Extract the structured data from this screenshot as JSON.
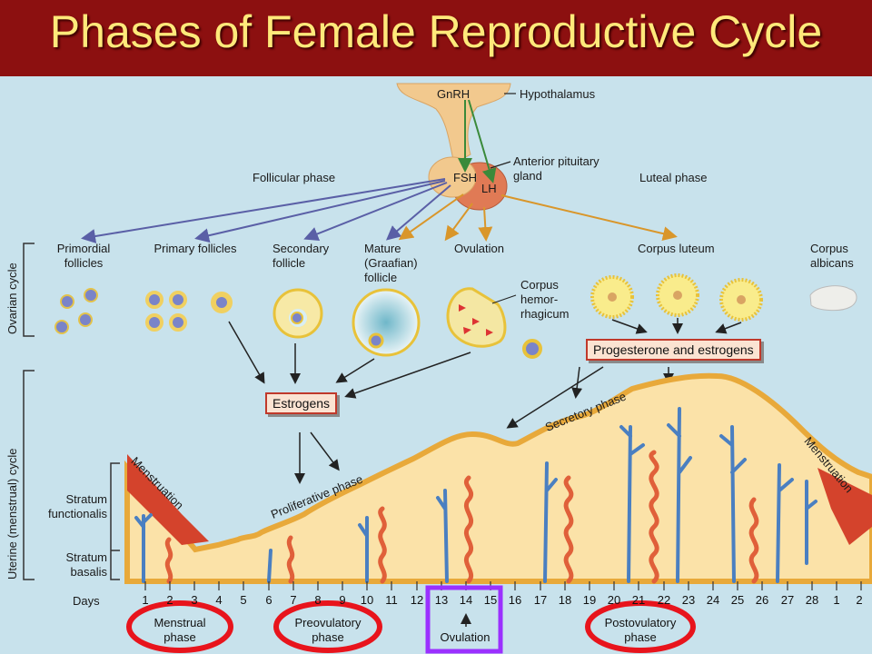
{
  "title": "Phases of Female Reproductive Cycle",
  "labels": {
    "gnrh": "GnRH",
    "hypothalamus": "Hypothalamus",
    "fsh": "FSH",
    "lh": "LH",
    "anterior_pituitary": "Anterior pituitary gland",
    "follicular_phase": "Follicular phase",
    "luteal_phase": "Luteal phase",
    "ovarian_cycle": "Ovarian cycle",
    "uterine_cycle": "Uterine (menstrual) cycle",
    "stratum_functionalis": "Stratum functionalis",
    "stratum_basalis": "Stratum basalis",
    "menstruation_left": "Menstruation",
    "menstruation_right": "Menstruation",
    "proliferative_phase": "Proliferative phase",
    "secretory_phase": "Secretory phase",
    "days": "Days"
  },
  "ovarian_stages": [
    {
      "label": "Primordial follicles"
    },
    {
      "label": "Primary follicles"
    },
    {
      "label": "Secondary follicle"
    },
    {
      "label": "Mature (Graafian) follicle"
    },
    {
      "label": "Ovulation"
    },
    {
      "label": "Corpus hemor- rhagicum"
    },
    {
      "label": "Corpus luteum"
    },
    {
      "label": "Corpus albicans"
    }
  ],
  "hormone_boxes": {
    "estrogens": "Estrogens",
    "progesterone": "Progesterone and estrogens"
  },
  "days": [
    "1",
    "2",
    "3",
    "4",
    "5",
    "6",
    "7",
    "8",
    "9",
    "10",
    "11",
    "12",
    "13",
    "14",
    "15",
    "16",
    "17",
    "18",
    "19",
    "20",
    "21",
    "22",
    "23",
    "24",
    "25",
    "26",
    "27",
    "28",
    "1",
    "2"
  ],
  "phases": [
    {
      "name": "Menstrual phase",
      "highlight": "red-ellipse"
    },
    {
      "name": "Preovulatory phase",
      "highlight": "red-ellipse"
    },
    {
      "name": "Ovulation",
      "highlight": "purple-box"
    },
    {
      "name": "Postovulatory phase",
      "highlight": "red-ellipse"
    }
  ],
  "colors": {
    "title_bg": "#8c1010",
    "title_text": "#ffe97a",
    "background": "#c8e2ec",
    "red_highlight": "#e8141c",
    "purple_highlight": "#9b30ff",
    "fsh_arrow": "#5a5fa6",
    "lh_arrow": "#d9962a",
    "endometrium": "#fbe2a8",
    "artery": "#e0603a",
    "vein": "#4a7fc1"
  }
}
